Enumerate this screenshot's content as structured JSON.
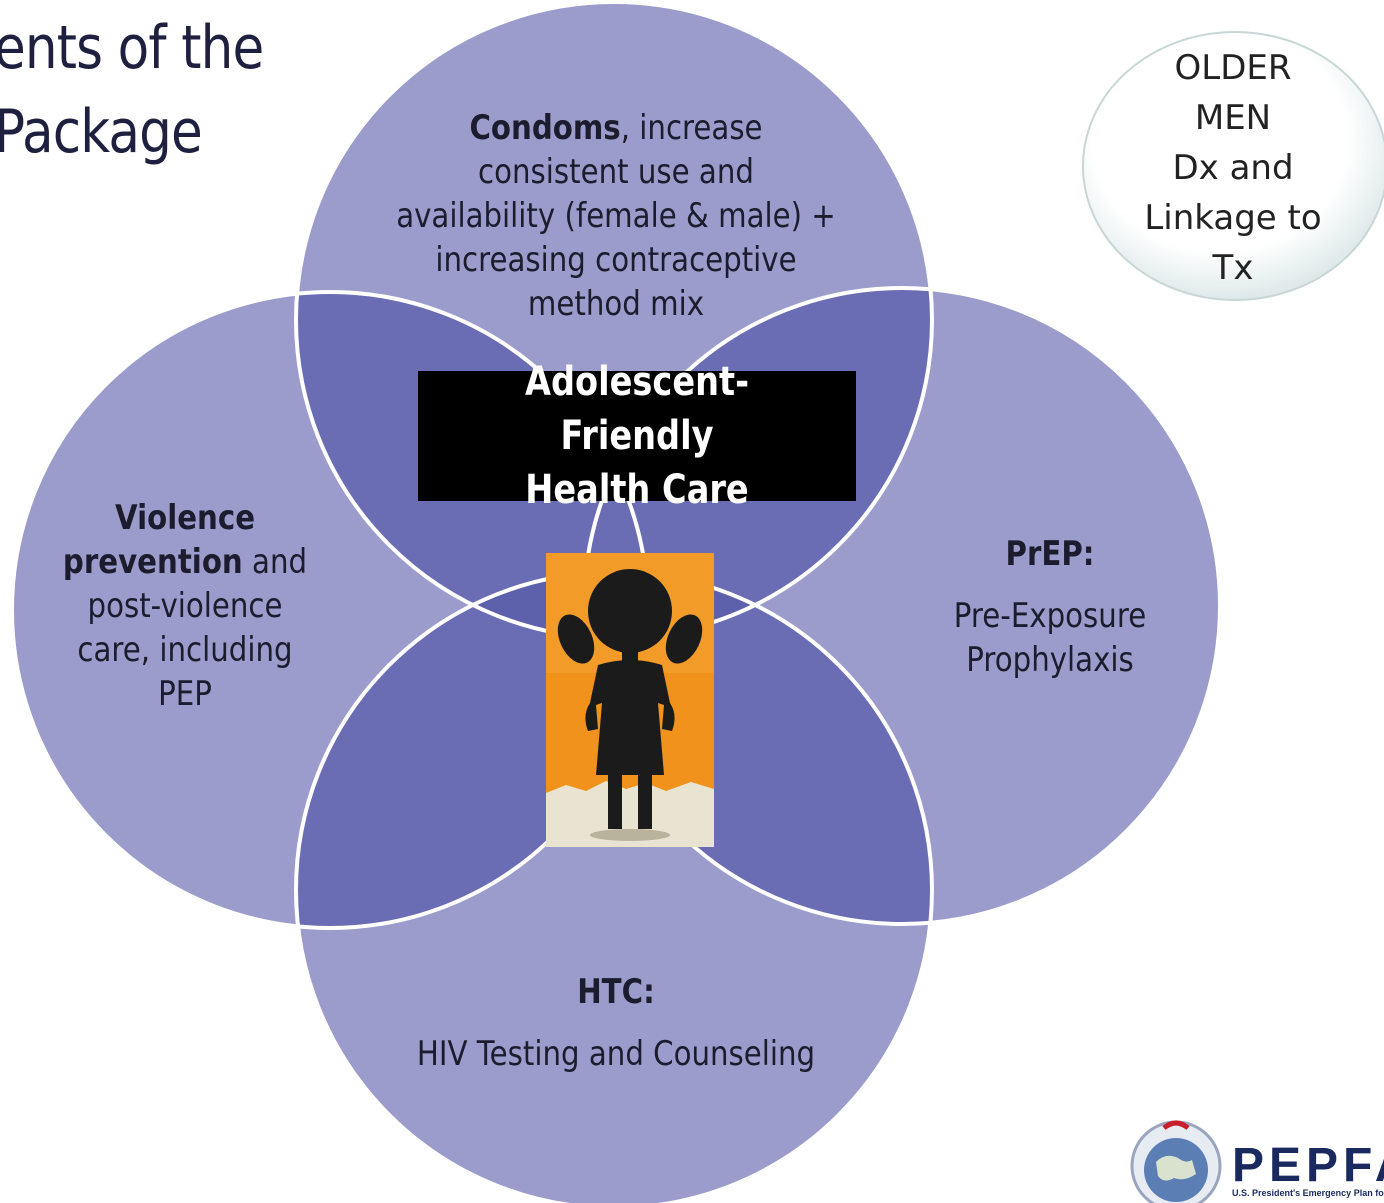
{
  "title": {
    "line1": "ents of the",
    "line2": "Package"
  },
  "colors": {
    "circle_fill": "#9b9ccb",
    "overlap_fill": "#6a6db3",
    "circle_stroke": "#ffffff",
    "center_box_bg": "#000000",
    "figure_bg": "#f0921c"
  },
  "condoms": {
    "bold": "Condoms",
    "rest": ", increase consistent use and availability (female & male) + increasing contraceptive method mix"
  },
  "violence": {
    "bold": "Violence prevention",
    "rest": " and post-violence care, including PEP"
  },
  "prep": {
    "heading": "PrEP:",
    "line1": "Pre-Exposure",
    "line2": "Prophylaxis"
  },
  "htc": {
    "heading": "HTC:",
    "line1": "HIV Testing and Counseling"
  },
  "center": {
    "line1": "Adolescent-Friendly",
    "line2": "Health Care"
  },
  "older_men": {
    "line1": "OLDER",
    "line2": "MEN",
    "line3": "Dx and",
    "line4": "Linkage to",
    "line5": "Tx"
  },
  "logo": {
    "word": "PEPFA",
    "subtitle": "U.S. President's Emergency Plan fo"
  },
  "icons": [
    "adolescent-girl-icon",
    "globe-seal-icon"
  ]
}
